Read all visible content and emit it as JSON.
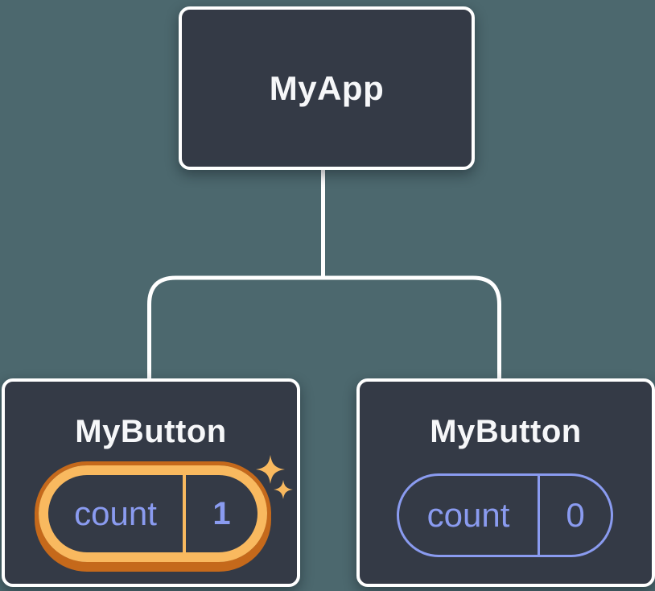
{
  "colors": {
    "background": "#4C686E",
    "node_fill": "#343A46",
    "node_border": "#FFFFFF",
    "title_text": "#F6F7F9",
    "state_purple": "#8A9BF0",
    "highlight_orange": "#F9B95F",
    "highlight_orange_dark": "#C5691B"
  },
  "tree": {
    "root": {
      "label": "MyApp"
    },
    "children": [
      {
        "label": "MyButton",
        "state": {
          "key": "count",
          "value": "1"
        },
        "highlighted": true,
        "icon": "sparkles-icon"
      },
      {
        "label": "MyButton",
        "state": {
          "key": "count",
          "value": "0"
        },
        "highlighted": false
      }
    ]
  }
}
